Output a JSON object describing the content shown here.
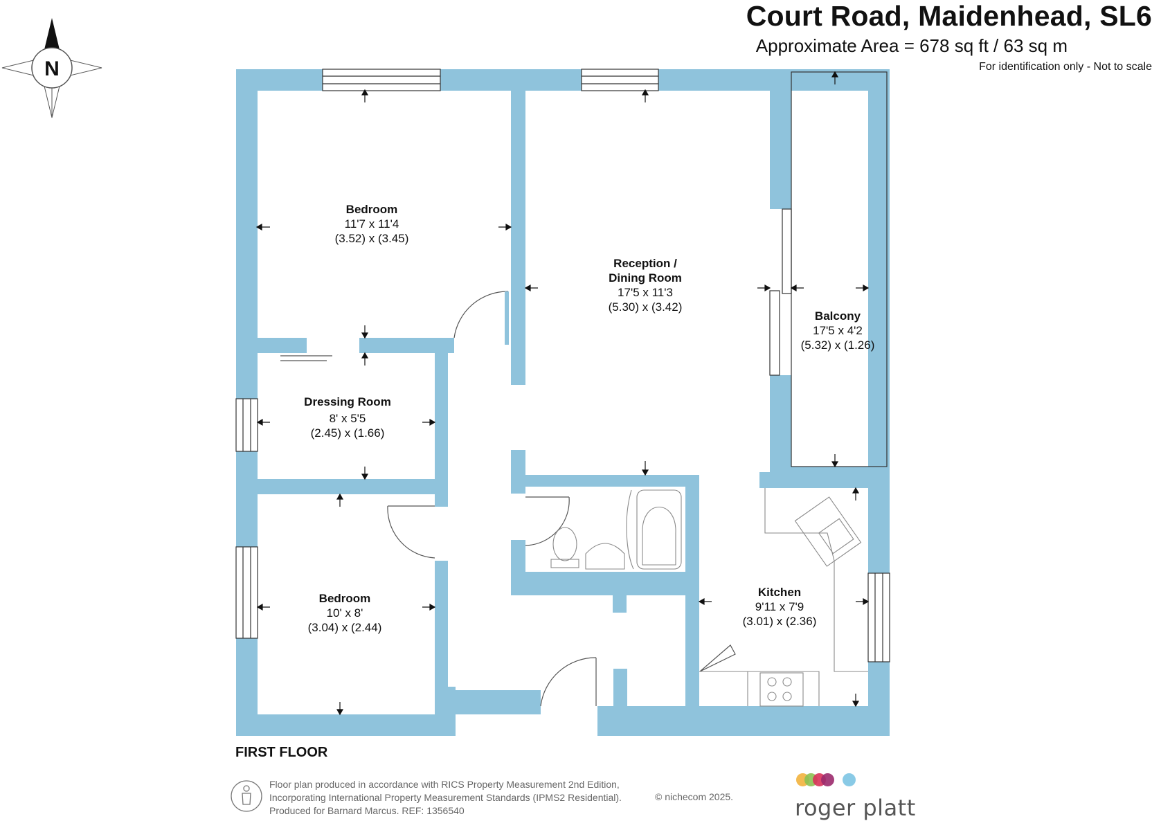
{
  "header": {
    "title": "Court Road, Maidenhead, SL6",
    "area": "Approximate Area = 678 sq ft / 63 sq m",
    "disclaimer": "For identification only - Not to scale"
  },
  "compass": {
    "label": "N"
  },
  "rooms": {
    "bedroom1": {
      "name": "Bedroom",
      "dim_imperial": "11'7 x 11'4",
      "dim_metric": "(3.52) x (3.45)"
    },
    "reception": {
      "name_line1": "Reception /",
      "name_line2": "Dining Room",
      "dim_imperial": "17'5 x 11'3",
      "dim_metric": "(5.30) x (3.42)"
    },
    "balcony": {
      "name": "Balcony",
      "dim_imperial": "17'5 x 4'2",
      "dim_metric": "(5.32) x (1.26)"
    },
    "dressing": {
      "name": "Dressing Room",
      "dim_imperial": "8' x 5'5",
      "dim_metric": "(2.45) x (1.66)"
    },
    "bedroom2": {
      "name": "Bedroom",
      "dim_imperial": "10' x 8'",
      "dim_metric": "(3.04) x (2.44)"
    },
    "kitchen": {
      "name": "Kitchen",
      "dim_imperial": "9'11 x 7'9",
      "dim_metric": "(3.01) x (2.36)"
    }
  },
  "floor_label": "FIRST FLOOR",
  "footer": {
    "line1": "Floor plan produced in accordance with RICS Property Measurement 2nd Edition,",
    "line2": "Incorporating International Property Measurement Standards (IPMS2 Residential).",
    "line3": "Produced for Barnard Marcus.   REF:  1356540",
    "copyright": "© nichecom 2025."
  },
  "brand": {
    "name": "roger platt",
    "dot_colors": [
      "#f2b33d",
      "#8cc152",
      "#d9325a",
      "#9b2a6d",
      "#7cc4e3"
    ]
  },
  "colors": {
    "wall": "#8fc3dc",
    "window": "#ffffff",
    "fixture": "#8a8a8a"
  }
}
